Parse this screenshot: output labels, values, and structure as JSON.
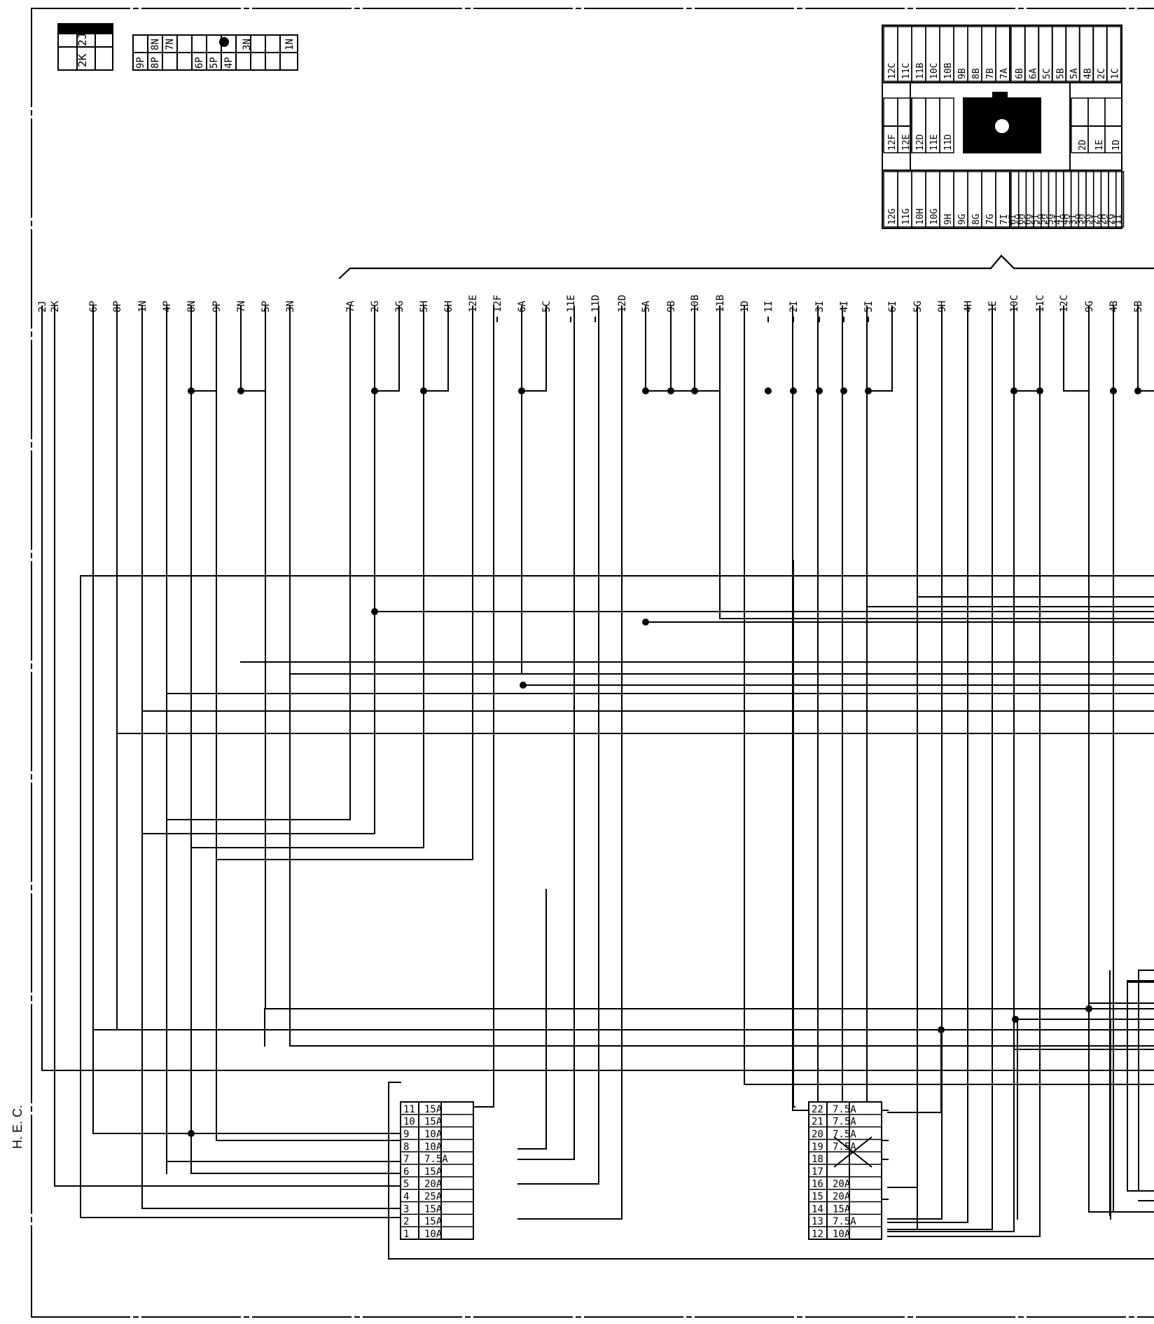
{
  "colors": {
    "ink": "#000000",
    "paper": "#ffffff"
  },
  "side_label": "H. E. C.",
  "top_left_connector_a": {
    "cells": [
      "2K",
      "2J"
    ]
  },
  "top_left_connector_b": {
    "cells": [
      "9P",
      "8P",
      "8N",
      "7N",
      "6P",
      "5P",
      "4P",
      "3N",
      "1N"
    ]
  },
  "fuse_block_map": {
    "top_cells": [
      "12C",
      "11C",
      "11B",
      "10C",
      "10B",
      "9B",
      "8B",
      "7B",
      "7A",
      "6B",
      "6A",
      "5C",
      "5B",
      "5A",
      "4B",
      "2C",
      "1C"
    ],
    "mid_cells": [
      "12F",
      "12E",
      "12D",
      "11E",
      "11D",
      "2D",
      "1E",
      "1D"
    ],
    "bottom_cells": [
      "12G",
      "11G",
      "10H",
      "10G",
      "9H",
      "9G",
      "8G",
      "7G",
      "7I",
      "6I",
      "6H",
      "6G",
      "5I",
      "5H",
      "5G",
      "4I",
      "4H",
      "3I",
      "3H",
      "3G",
      "2I",
      "2H",
      "2G",
      "1I"
    ]
  },
  "pin_labels": [
    "2J",
    "2K",
    "6P",
    "8P",
    "1N",
    "4P",
    "8N",
    "9P",
    "7N",
    "5P",
    "3N",
    "7A",
    "2G",
    "3G",
    "5H",
    "6H",
    "12E",
    "12F",
    "6A",
    "5C",
    "11E",
    "11D",
    "12D",
    "5A",
    "9B",
    "10B",
    "11B",
    "1D",
    "1I",
    "2I",
    "3I",
    "4I",
    "5I",
    "6I",
    "5G",
    "9H",
    "4H",
    "1E",
    "10C",
    "11C",
    "12C",
    "9G",
    "4B",
    "5B"
  ],
  "fuse_box_left": {
    "rows": [
      [
        "11",
        "15A"
      ],
      [
        "10",
        "15A"
      ],
      [
        "9",
        "10A"
      ],
      [
        "8",
        "10A"
      ],
      [
        "7",
        "7.5A"
      ],
      [
        "6",
        "15A"
      ],
      [
        "5",
        "20A"
      ],
      [
        "4",
        "25A"
      ],
      [
        "3",
        "15A"
      ],
      [
        "2",
        "15A"
      ],
      [
        "1",
        "10A"
      ]
    ]
  },
  "fuse_box_right": {
    "rows": [
      [
        "22",
        "7.5A"
      ],
      [
        "21",
        "7.5A"
      ],
      [
        "20",
        "7.5A"
      ],
      [
        "19",
        "7.5A"
      ],
      [
        "18",
        ""
      ],
      [
        "17",
        ""
      ],
      [
        "16",
        "20A"
      ],
      [
        "15",
        "20A"
      ],
      [
        "14",
        "15A"
      ],
      [
        "13",
        "7.5A"
      ],
      [
        "12",
        "10A"
      ]
    ]
  }
}
